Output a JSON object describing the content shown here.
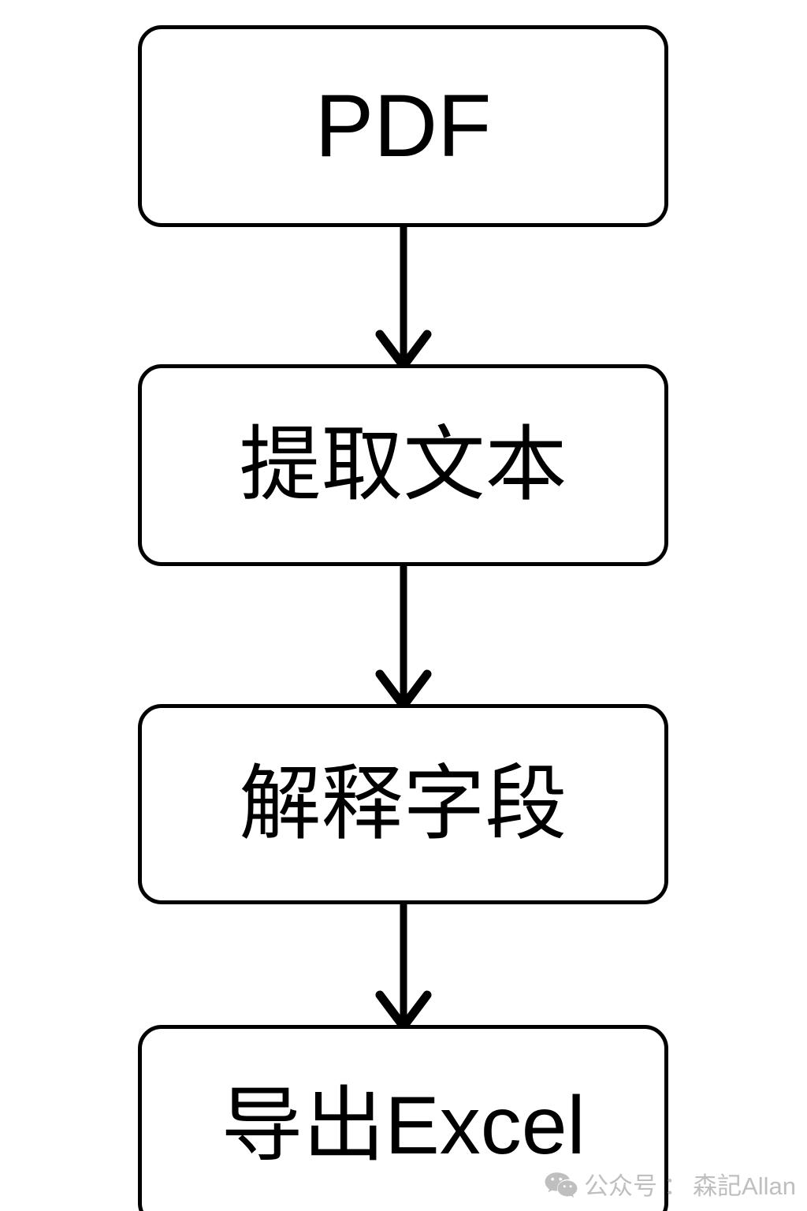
{
  "diagram": {
    "type": "flowchart",
    "orientation": "vertical",
    "nodes": [
      {
        "id": "pdf",
        "label": "PDF"
      },
      {
        "id": "extract",
        "label": "提取文本"
      },
      {
        "id": "parse",
        "label": "解释字段"
      },
      {
        "id": "export",
        "label": "导出Excel"
      }
    ],
    "edges": [
      {
        "from": "pdf",
        "to": "extract",
        "style": "arrow-down"
      },
      {
        "from": "extract",
        "to": "parse",
        "style": "arrow-down"
      },
      {
        "from": "parse",
        "to": "export",
        "style": "arrow-down"
      }
    ],
    "colors": {
      "stroke": "#000000",
      "fill": "#ffffff",
      "text": "#000000",
      "watermark": "#bfbfbf"
    }
  },
  "watermark": {
    "icon": "wechat-icon",
    "prefix": "公众号",
    "separator": "：",
    "account": "森記Allan"
  }
}
